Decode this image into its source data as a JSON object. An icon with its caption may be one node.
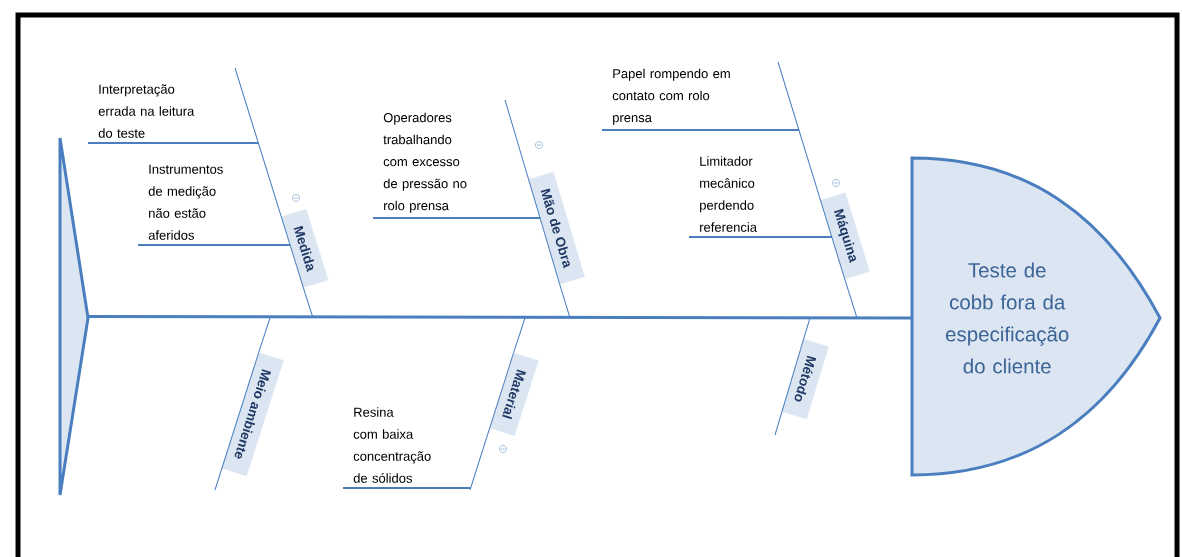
{
  "diagram": {
    "nodes": [
      {
        "text": [
          "Interpretação errada na leitura do teste"
        ]
      },
      {
        "text": [
          "Instrumentos de medição não estão aferidos"
        ]
      },
      {
        "text": [
          "Medida"
        ]
      },
      {
        "text": [
          "Operadores trabalhando com excesso de pressão no rolo prensa"
        ]
      },
      {
        "text": [
          "Mão de Obra"
        ]
      },
      {
        "text": [
          "Papel rompendo em contato com rolo prensa"
        ]
      },
      {
        "text": [
          "Limitador mecânico perdendo referencia"
        ]
      },
      {
        "text": [
          "Máquina"
        ]
      },
      {
        "text": [],
        "shape": "triangle"
      },
      {
        "text": [
          "Teste de cobb fora da especificação do cliente"
        ]
      },
      {
        "text": [
          "Meio ambiente"
        ]
      },
      {
        "text": [
          "Resina com baixa concentração de sólidos"
        ]
      },
      {
        "text": [
          "Material"
        ]
      },
      {
        "text": [
          "Método"
        ]
      }
    ],
    "edges": [
      {
        "from": 0,
        "to": 2,
        "arrow": "none"
      },
      {
        "from": 1,
        "to": 2,
        "arrow": "none"
      },
      {
        "from": 3,
        "to": 4,
        "arrow": "none"
      },
      {
        "from": 5,
        "to": 7,
        "arrow": "none"
      },
      {
        "from": 6,
        "to": 7,
        "arrow": "none"
      },
      {
        "from": 11,
        "to": 12,
        "arrow": "none"
      },
      {
        "from": 8,
        "to": 9,
        "arrow": "none"
      },
      {
        "from": 2,
        "to": 9,
        "arrow": "none"
      },
      {
        "from": 4,
        "to": 9,
        "arrow": "none"
      },
      {
        "from": 7,
        "to": 9,
        "arrow": "none"
      },
      {
        "from": 10,
        "to": 9,
        "arrow": "none"
      },
      {
        "from": 12,
        "to": 9,
        "arrow": "none"
      },
      {
        "from": 13,
        "to": 9,
        "arrow": "none"
      }
    ]
  }
}
